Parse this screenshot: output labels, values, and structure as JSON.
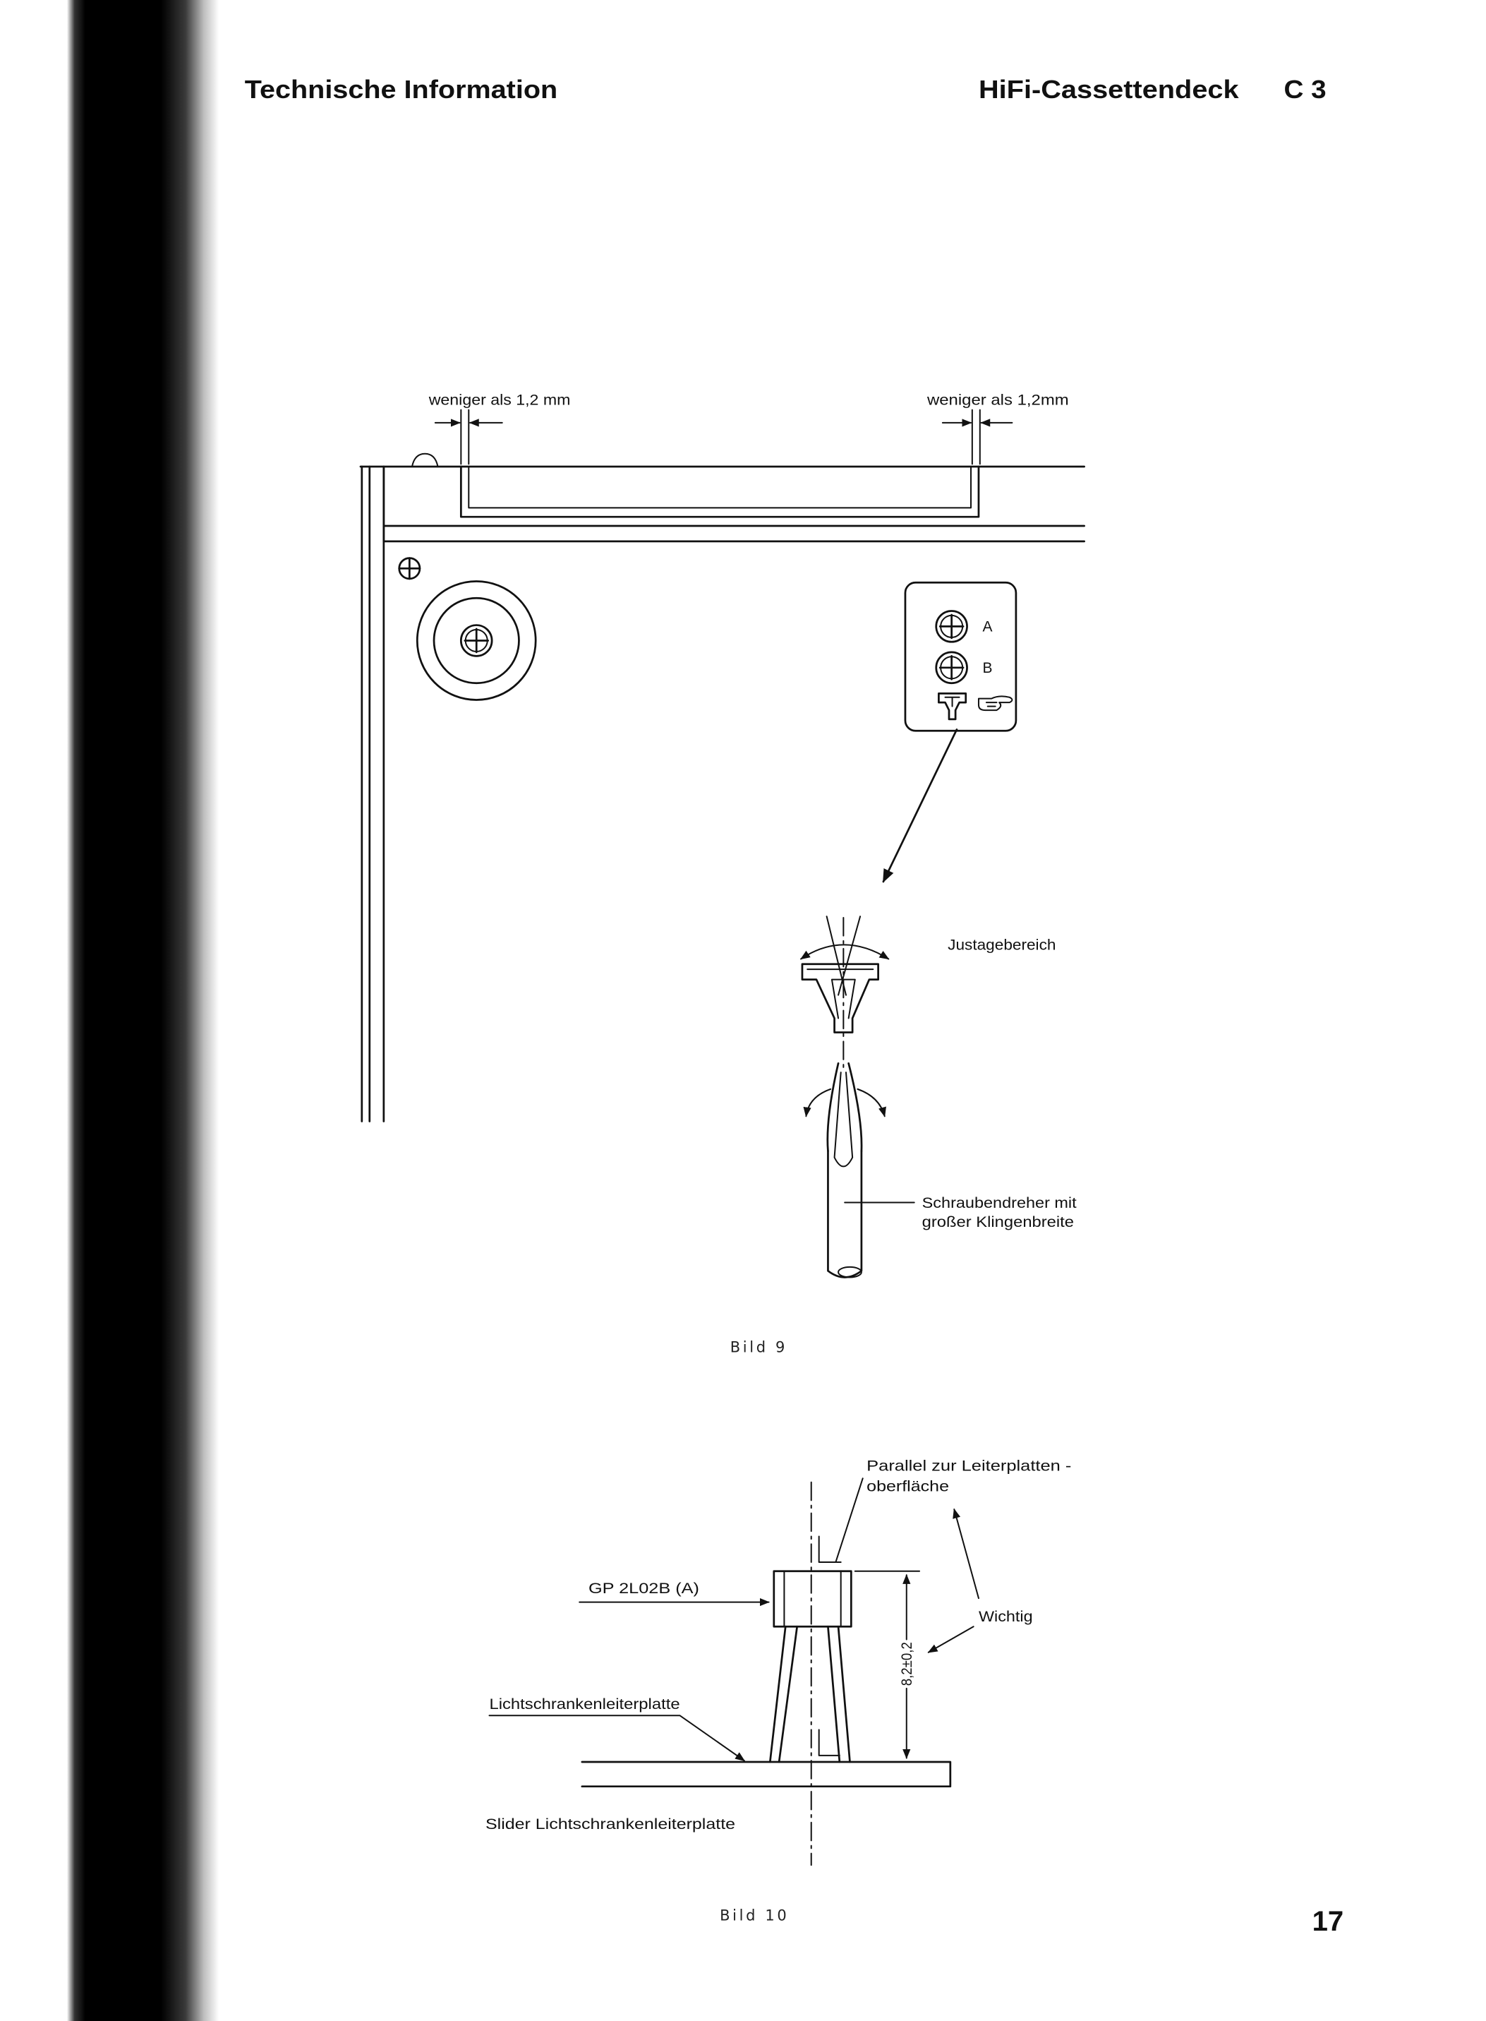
{
  "header": {
    "left_title": "Technische Information",
    "product": "HiFi-Cassettendeck",
    "model": "C 3"
  },
  "figure_9": {
    "gap_label_left": "weniger als 1,2 mm",
    "gap_label_right": "weniger als 1,2mm",
    "screw_a_label": "A",
    "screw_b_label": "B",
    "adjust_range_label": "Justagebereich",
    "screwdriver_label_line1": "Schraubendreher mit",
    "screwdriver_label_line2": "großer Klingenbreite",
    "caption": "Bild 9"
  },
  "figure_10": {
    "parallel_label_line1": "Parallel zur Leiterplatten -",
    "parallel_label_line2": "oberfläche",
    "component_label": "GP 2L02B (A)",
    "height_dimension": "8,2±0,2",
    "important_label": "Wichtig",
    "board_label": "Lichtschrankenleiterplatte",
    "slider_board_label": "Slider Lichtschrankenleiterplatte",
    "caption": "Bild 10"
  },
  "page_number": "17",
  "colors": {
    "ink": "#111111",
    "paper": "#ffffff",
    "binding_shadow": "#000000"
  }
}
